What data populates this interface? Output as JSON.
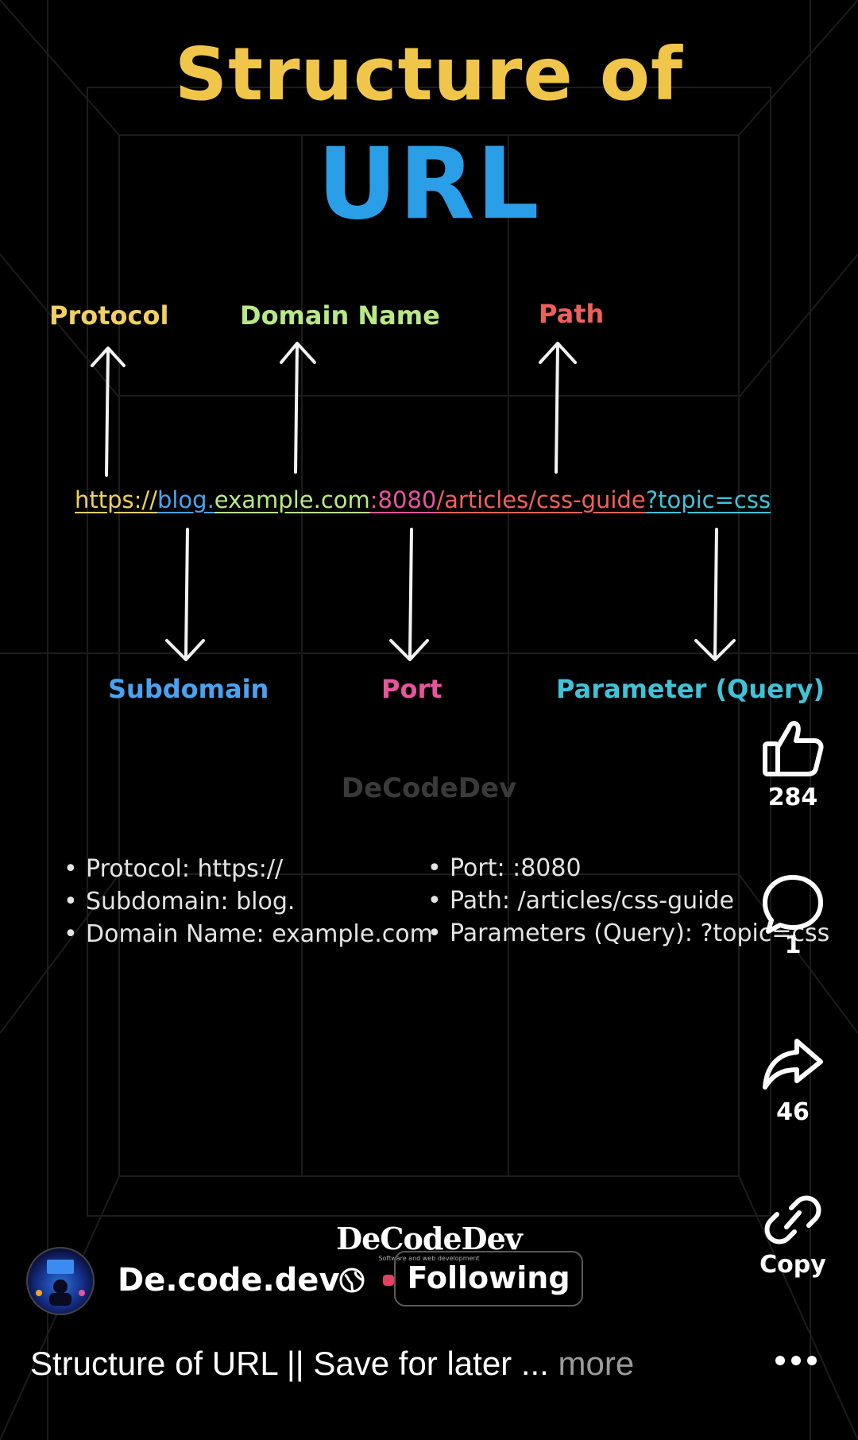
{
  "video": {
    "title_line1": "Structure of",
    "title_line2": "URL",
    "labels_top": {
      "protocol": "Protocol",
      "domain": "Domain Name",
      "path": "Path"
    },
    "url_parts": {
      "protocol": "https://",
      "subdomain": "blog.",
      "domain": "example.com",
      "port": ":8080",
      "path": "/articles/css-guide",
      "query": "?topic=css"
    },
    "labels_bottom": {
      "subdomain": "Subdomain",
      "port": "Port",
      "query": "Parameter (Query)"
    },
    "watermark": "DeCodeDev",
    "bullets_left": [
      "Protocol: https://",
      "Subdomain: blog.",
      "Domain Name: example.com"
    ],
    "bullets_right": [
      "Port: :8080",
      "Path: /articles/css-guide",
      "Parameters (Query): ?topic=css"
    ],
    "brand_logo": "DeCodeDev",
    "brand_tagline": "Software and web development"
  },
  "colors": {
    "title1": "#f0c64a",
    "title2": "#2a9fe8",
    "protocol": "#f0cf63",
    "domain": "#b8e986",
    "path": "#f0605a",
    "subdomain": "#4aa3f0",
    "port": "#e8559d",
    "query": "#3fc3d8"
  },
  "actions": {
    "like_count": "284",
    "comment_count": "1",
    "share_count": "46",
    "copy_label": "Copy"
  },
  "author": {
    "username": "De.code.dev",
    "follow_label": "Following"
  },
  "caption": {
    "text": "Structure of URL || Save for later ... ",
    "more": "more"
  },
  "icons": {
    "like": "thumbs-up-icon",
    "comment": "comment-bubble-icon",
    "share": "share-arrow-icon",
    "copy": "link-icon",
    "globe": "globe-icon",
    "more": "more-dots-icon"
  }
}
